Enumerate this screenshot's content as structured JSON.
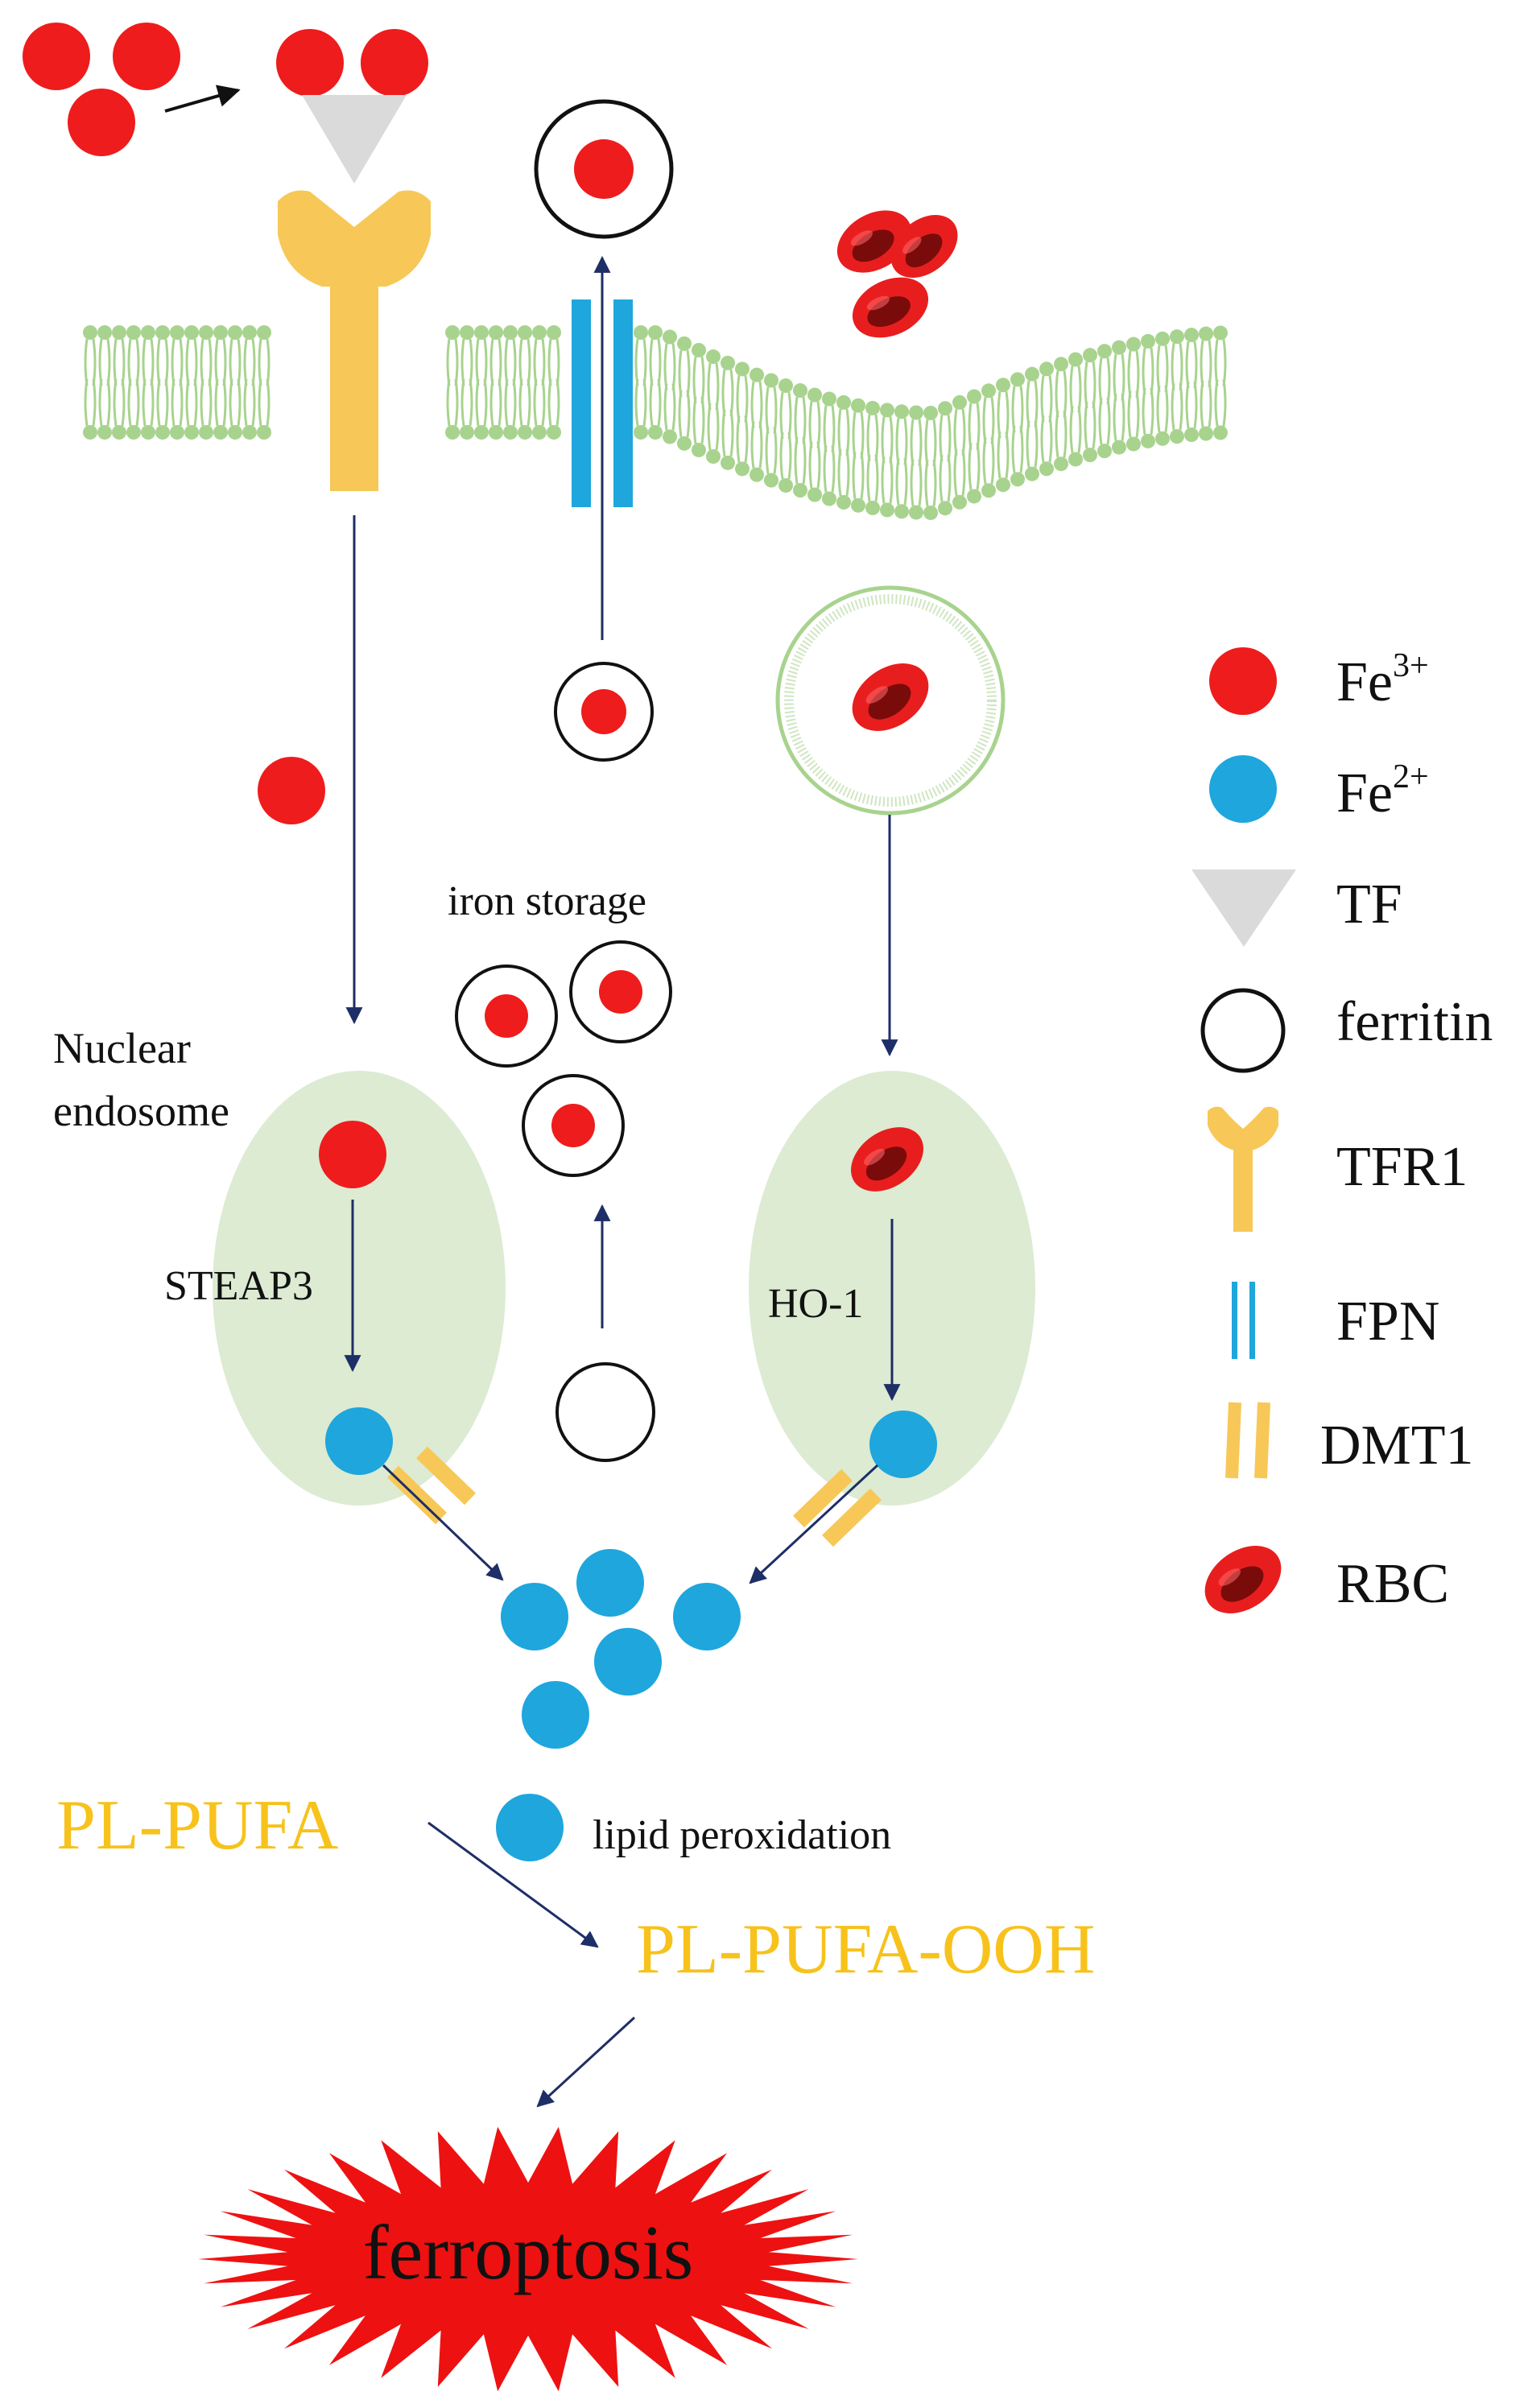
{
  "labels": {
    "iron_storage": "iron storage",
    "nuclear_endosome_line1": "Nuclear",
    "nuclear_endosome_line2": "endosome",
    "steap3": "STEAP3",
    "ho1": "HO-1",
    "pl_pufa": "PL-PUFA",
    "pl_pufa_ooh": "PL-PUFA-OOH",
    "lipid_peroxidation": "lipid peroxidation",
    "ferroptosis": "ferroptosis"
  },
  "legend": [
    {
      "key": "fe3",
      "icon": "fe3-circle-icon",
      "text": "Fe",
      "sup": "3+"
    },
    {
      "key": "fe2",
      "icon": "fe2-circle-icon",
      "text": "Fe",
      "sup": "2+"
    },
    {
      "key": "tf",
      "icon": "tf-triangle-icon",
      "text": "TF"
    },
    {
      "key": "ferritin",
      "icon": "ferritin-ring-icon",
      "text": "ferritin"
    },
    {
      "key": "tfr1",
      "icon": "tfr1-receptor-icon",
      "text": "TFR1"
    },
    {
      "key": "fpn",
      "icon": "fpn-channel-icon",
      "text": "FPN"
    },
    {
      "key": "dmt1",
      "icon": "dmt1-channel-icon",
      "text": "DMT1"
    },
    {
      "key": "rbc",
      "icon": "rbc-cell-icon",
      "text": "RBC"
    }
  ],
  "colors": {
    "fe3": "#EE1C1C",
    "fe2": "#1EA6DD",
    "tf": "#DADADA",
    "receptor": "#F7C857",
    "fpn": "#1EA6DD",
    "dmt1": "#F7C857",
    "membrane": "#A8D38E",
    "endosome": "#DCEBD2",
    "arrow": "#1E2E66",
    "orange_text": "#F7C21B",
    "burst": "#EE1111",
    "rbc_outer": "#E81E1E",
    "rbc_inner": "#7A0B0B"
  }
}
